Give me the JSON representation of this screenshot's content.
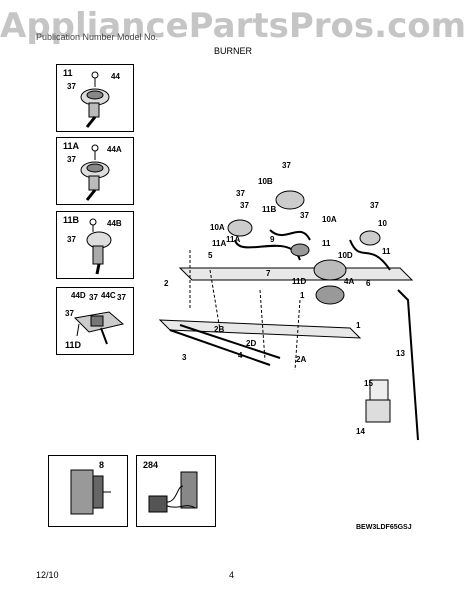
{
  "watermark": "AppliancePartsPros.com",
  "subheading": "Publication Number     Model No.",
  "section_title": "BURNER",
  "insets": [
    {
      "id": "11",
      "labels": [
        "37",
        "44"
      ]
    },
    {
      "id": "11A",
      "labels": [
        "37",
        "44A"
      ]
    },
    {
      "id": "11B",
      "labels": [
        "37",
        "44B"
      ]
    },
    {
      "id": "11D",
      "labels": [
        "44D",
        "37",
        "44C",
        "37",
        "37"
      ]
    }
  ],
  "bottom_insets": [
    {
      "id": "8"
    },
    {
      "id": "284"
    }
  ],
  "callouts": [
    "37",
    "10B",
    "37",
    "37",
    "11B",
    "37",
    "10",
    "10A",
    "37",
    "10A",
    "11A",
    "11",
    "10D",
    "11",
    "2",
    "5",
    "7",
    "9",
    "1",
    "11D",
    "4A",
    "6",
    "2B",
    "2D",
    "3",
    "2A",
    "4",
    "1",
    "13",
    "15",
    "14",
    "11A"
  ],
  "model_code": "BEW3LDF65GSJ",
  "footer": {
    "date": "12/10",
    "page": "4"
  }
}
